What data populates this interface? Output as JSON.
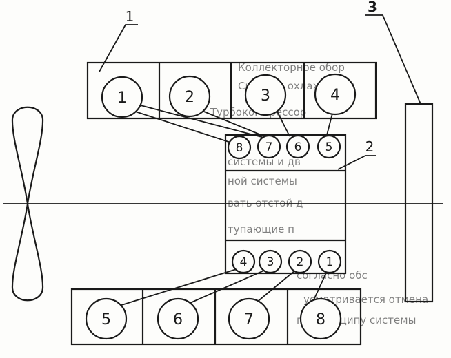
{
  "labels": {
    "ref1": "1",
    "ref2": "2",
    "ref3": "3"
  },
  "top_block": {
    "cylinders": [
      "1",
      "2",
      "3",
      "4"
    ]
  },
  "bottom_block": {
    "cylinders": [
      "5",
      "6",
      "7",
      "8"
    ]
  },
  "distributor": {
    "top_terminals": [
      "8",
      "7",
      "6",
      "5"
    ],
    "bottom_terminals": [
      "4",
      "3",
      "2",
      "1"
    ]
  },
  "background_text": [
    "Коллекторное обор",
    "Система охлаждения",
    "Турбокомпрессор",
    "системы и дв",
    "ной системы",
    "вать отстой д",
    "тупающие п",
    "согласно обс",
    "усматривается отмена",
    "по принципу системы"
  ],
  "colors": {
    "ink": "#1a1a1a",
    "paper": "#fdfdfb",
    "bleed_text": "#9a9a96"
  }
}
